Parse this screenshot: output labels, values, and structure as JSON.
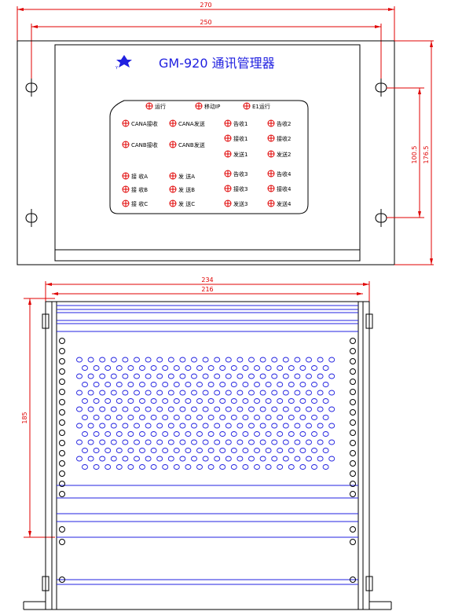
{
  "front_view": {
    "dim_overall_width": "270",
    "dim_mount_spacing": "250",
    "dim_vertical_hole_spacing": "100.5",
    "dim_overall_height": "176.5",
    "product_title": "GM-920 通讯管理器",
    "indicators_top": [
      "运行",
      "移动IP",
      "E1运行"
    ],
    "indicators_can": [
      [
        "CANA接收",
        "CANA发送"
      ],
      [
        "CANB接收",
        "CANB发送"
      ]
    ],
    "indicators_port": [
      [
        "接  收A",
        "发  送A"
      ],
      [
        "接  收B",
        "发  送B"
      ],
      [
        "接  收C",
        "发  送C"
      ]
    ],
    "indicators_channels": [
      [
        "告收1",
        "告收2"
      ],
      [
        "接收1",
        "接收2"
      ],
      [
        "发送1",
        "发送2"
      ],
      [
        "告收3",
        "告收4"
      ],
      [
        "接收3",
        "接收4"
      ],
      [
        "发送3",
        "发送4"
      ]
    ]
  },
  "top_view": {
    "dim_outer_width": "234",
    "dim_inner_width": "216",
    "dim_depth": "185"
  },
  "colors": {
    "dimension": "#e00000",
    "detail": "#2020e0",
    "outline": "#000000"
  }
}
